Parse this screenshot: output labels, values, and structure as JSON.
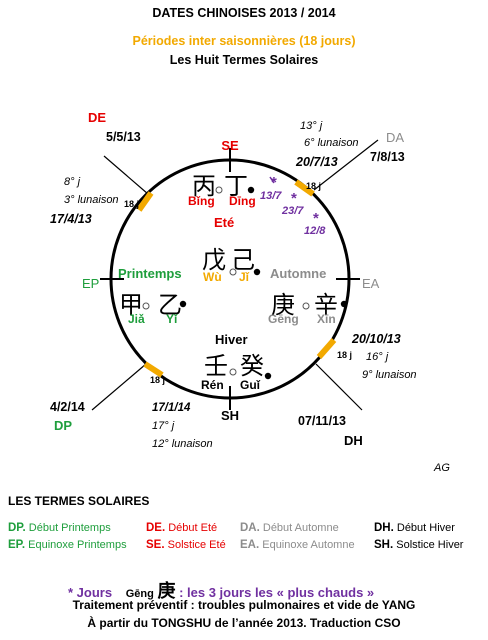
{
  "colors": {
    "orange": "#f2a900",
    "red": "#e60000",
    "green": "#1e9e3c",
    "grey": "#8c8c8c",
    "purple": "#7030a0",
    "black": "#000000"
  },
  "header": {
    "title": "DATES CHINOISES 2013 / 2014",
    "subtitle": "Périodes inter saisonnières (18 jours)",
    "subtitle2": "Les Huit Termes Solaires"
  },
  "diagram": {
    "terms": {
      "de": "DE",
      "se": "SE",
      "da": "DA",
      "ea": "EA",
      "dh": "DH",
      "sh": "SH",
      "dp": "DP",
      "ep": "EP"
    },
    "dates": {
      "de_date": "5/5/13",
      "da_date": "7/8/13",
      "dp_date": "4/2/14",
      "dh_date": "07/11/13"
    },
    "periods": {
      "spring": {
        "day": "8° j",
        "lunation": "3° lunaison",
        "date": "17/4/13",
        "len": "18 j"
      },
      "summer": {
        "day": "13° j",
        "lunation": "6° lunaison",
        "date": "20/7/13",
        "len": "18 j"
      },
      "autumn": {
        "date": "20/10/13",
        "day": "16° j",
        "lunation": "9° lunaison",
        "len": "18 j"
      },
      "winter": {
        "date": "17/1/14",
        "day": "17° j",
        "lunation": "12° lunaison",
        "len": "18 j"
      }
    },
    "hot_days": {
      "star": "*",
      "d1": "13/7",
      "d2": "23/7",
      "d3": "12/8"
    },
    "seasons": {
      "summer": "Eté",
      "spring": "Printemps",
      "autumn": "Automne",
      "winter": "Hiver"
    },
    "stems": {
      "bing": {
        "char": "丙",
        "pinyin": "Bǐng"
      },
      "ding": {
        "char": "丁",
        "pinyin": "Dīng"
      },
      "wu": {
        "char": "戊",
        "pinyin": "Wù"
      },
      "ji": {
        "char": "己",
        "pinyin": "Jǐ"
      },
      "jia": {
        "char": "甲",
        "pinyin": "Jiǎ"
      },
      "yi": {
        "char": "乙",
        "pinyin": "Yǐ"
      },
      "geng": {
        "char": "庚",
        "pinyin": "Gēng"
      },
      "xin": {
        "char": "辛",
        "pinyin": "Xīn"
      },
      "ren": {
        "char": "壬",
        "pinyin": "Rén"
      },
      "gui": {
        "char": "癸",
        "pinyin": "Guǐ"
      }
    },
    "signature": "AG"
  },
  "legend": {
    "title": "LES TERMES SOLAIRES",
    "items": [
      {
        "code": "DP.",
        "label": "Début Printemps",
        "color": "#1e9e3c"
      },
      {
        "code": "EP.",
        "label": "Equinoxe Printemps",
        "color": "#1e9e3c"
      },
      {
        "code": "DE.",
        "label": "Début Eté",
        "color": "#e60000"
      },
      {
        "code": "SE.",
        "label": "Solstice Eté",
        "color": "#e60000"
      },
      {
        "code": "DA.",
        "label": "Début Automne",
        "color": "#8c8c8c"
      },
      {
        "code": "EA.",
        "label": "Equinoxe Automne",
        "color": "#8c8c8c"
      },
      {
        "code": "DH.",
        "label": "Début Hiver",
        "color": "#000000"
      },
      {
        "code": "SH.",
        "label": "Solstice Hiver",
        "color": "#000000"
      }
    ]
  },
  "footer": {
    "star_jours": "* Jours",
    "geng_pinyin": "Gēng",
    "geng_char": "庚",
    "hot_text": ": les 3 jours les « plus chauds »",
    "line2": "Traitement préventif : troubles pulmonaires et vide de YANG",
    "line3": "À partir du TONGSHU  de l’année 2013. Traduction CSO"
  }
}
